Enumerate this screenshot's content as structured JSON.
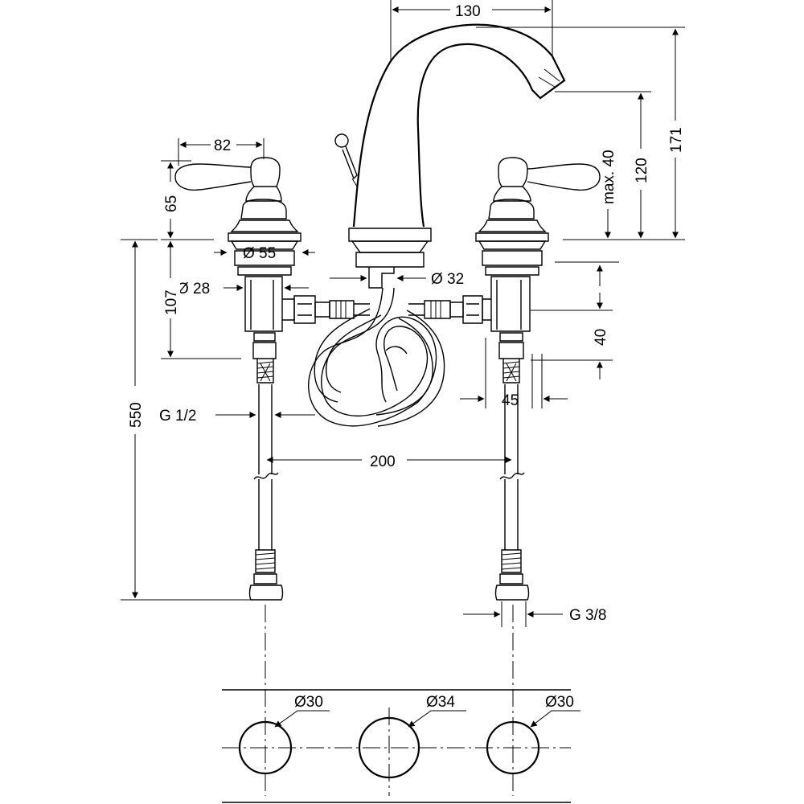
{
  "dimensions": {
    "spout_reach": "130",
    "total_height": "171",
    "spout_height": "120",
    "max_deck": "max. 40",
    "handle_width": "82",
    "handle_height": "65",
    "body_diameter": "Ø 55",
    "shank_diameter": "Ø 28",
    "valve_depth": "107",
    "spout_shank_diameter": "Ø 32",
    "right_valve_height": "40",
    "valve_width": "45",
    "hose_length": "550",
    "connection_thread": "G 1/2",
    "center_spacing": "200",
    "outlet_thread": "G 3/8",
    "hole_left": "Ø30",
    "hole_center": "Ø34",
    "hole_right": "Ø30"
  }
}
